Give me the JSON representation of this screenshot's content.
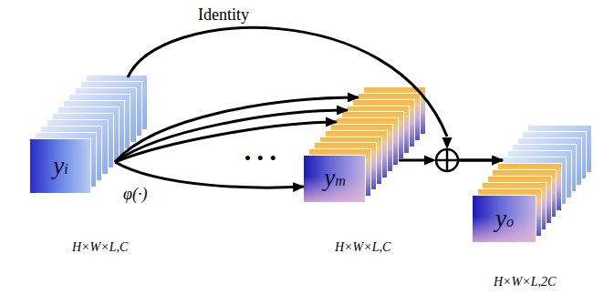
{
  "diagram": {
    "nodes": [
      {
        "text": [
          "yi"
        ]
      },
      {
        "text": [
          "ym"
        ]
      },
      {
        "text": [
          "yo"
        ]
      }
    ],
    "edges": [
      {
        "from": 0,
        "to": 1,
        "arrow": "to"
      },
      {
        "from": 0,
        "to": 1,
        "arrow": "to"
      },
      {
        "from": 0,
        "to": 1,
        "arrow": "to"
      },
      {
        "from": 0,
        "to": 1,
        "label": "φ(·)",
        "arrow": "to"
      },
      {
        "from": 0,
        "to": 2,
        "label": "Identity",
        "arrow": "to"
      },
      {
        "from": 1,
        "to": 2,
        "arrow": "to"
      }
    ],
    "labels": [
      "• • •",
      "H×W×L,C",
      "H×W×L,C",
      "H×W×L,2C"
    ]
  }
}
